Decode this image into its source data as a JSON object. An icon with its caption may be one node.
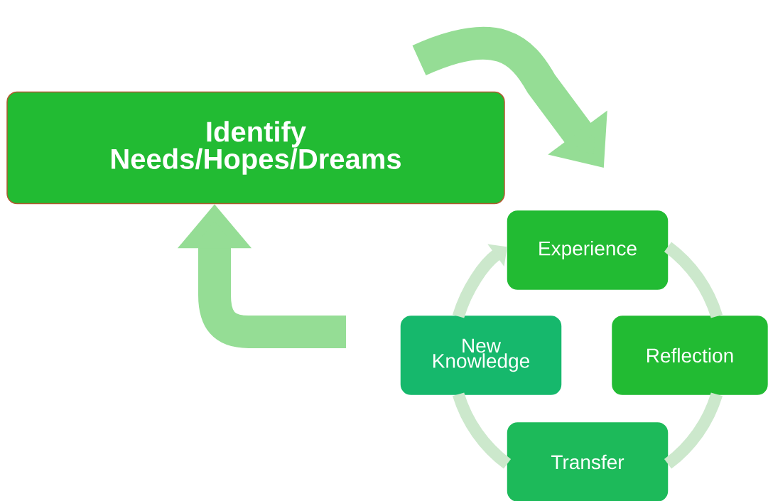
{
  "diagram": {
    "nodes": [
      {
        "text": [
          "Identify Needs/Hopes/Dreams"
        ]
      },
      {
        "text": [
          "Experience"
        ]
      },
      {
        "text": [
          "Reflection"
        ]
      },
      {
        "text": [
          "Transfer"
        ]
      },
      {
        "text": [
          "New Knowledge"
        ]
      }
    ],
    "edges": [
      {
        "from": null,
        "to": 1,
        "arrow": "to",
        "style": "thick",
        "color": "#95dd95"
      },
      {
        "from": null,
        "to": 0,
        "arrow": "to",
        "style": "thick",
        "color": "#95dd95"
      },
      {
        "from": 1,
        "to": 2,
        "arrow": "none"
      },
      {
        "from": 2,
        "to": 3,
        "arrow": "none"
      },
      {
        "from": 3,
        "to": 4,
        "arrow": "none"
      },
      {
        "from": 4,
        "to": 1,
        "arrow": "to"
      }
    ]
  }
}
